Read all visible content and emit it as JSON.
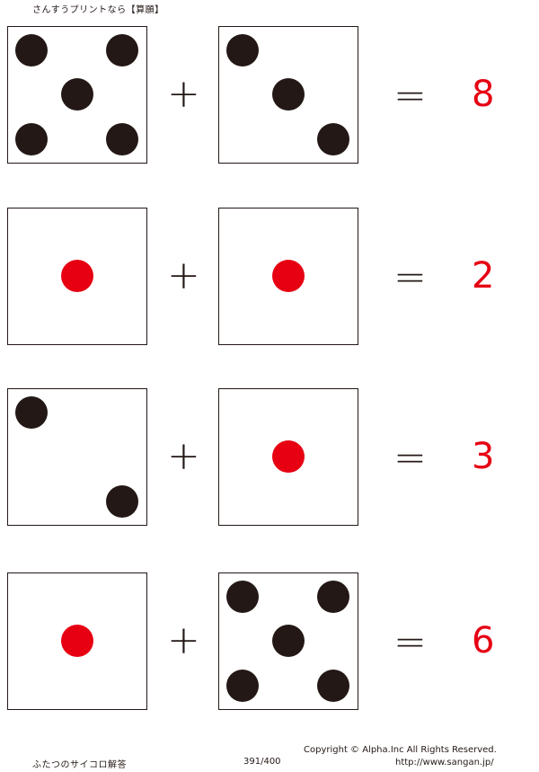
{
  "header": {
    "title": "さんすうプリントなら【算願】"
  },
  "colors": {
    "black_pip": "#231815",
    "red_pip": "#e60012",
    "answer": "#e60012"
  },
  "problems": [
    {
      "left_die": 5,
      "right_die": 3,
      "plus": "+",
      "equals": "=",
      "answer": "8"
    },
    {
      "left_die": 1,
      "right_die": 1,
      "plus": "+",
      "equals": "=",
      "answer": "2"
    },
    {
      "left_die": 2,
      "right_die": 1,
      "plus": "+",
      "equals": "=",
      "answer": "3"
    },
    {
      "left_die": 1,
      "right_die": 5,
      "plus": "+",
      "equals": "=",
      "answer": "6"
    }
  ],
  "footer": {
    "worksheet_title": "ふたつのサイコロ解答",
    "page": "391/400",
    "copyright": "Copyright ©  Alpha.Inc All Rights Reserved.",
    "url": "http://www.sangan.jp/"
  }
}
